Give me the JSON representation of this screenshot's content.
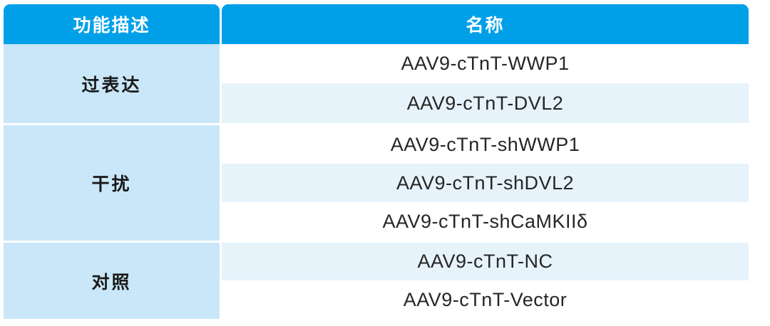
{
  "table": {
    "columns": [
      {
        "key": "function_description",
        "label": "功能描述"
      },
      {
        "key": "name",
        "label": "名称"
      }
    ],
    "groups": [
      {
        "label": "过表达",
        "rows": [
          {
            "name": "AAV9-cTnT-WWP1",
            "shade": "white"
          },
          {
            "name": "AAV9-cTnT-DVL2",
            "shade": "blue"
          }
        ]
      },
      {
        "label": "干扰",
        "rows": [
          {
            "name": "AAV9-cTnT-shWWP1",
            "shade": "white"
          },
          {
            "name": "AAV9-cTnT-shDVL2",
            "shade": "blue"
          },
          {
            "name": "AAV9-cTnT-shCaMKIIδ",
            "shade": "white"
          }
        ]
      },
      {
        "label": "对照",
        "rows": [
          {
            "name": "AAV9-cTnT-NC",
            "shade": "blue"
          },
          {
            "name": "AAV9-cTnT-Vector",
            "shade": "white"
          }
        ]
      }
    ],
    "flat_rows": [
      "AAV9-cTnT-WWP1",
      "AAV9-cTnT-DVL2",
      "AAV9-cTnT-shWWP1",
      "AAV9-cTnT-shDVL2",
      "AAV9-cTnT-shCaMKIIδ",
      "AAV9-cTnT-NC",
      "AAV9-cTnT-Vector"
    ]
  },
  "colors": {
    "header_blue": "#00a0e9",
    "header_text": "#ffffff",
    "group_cell_blue": "#c9e7f8",
    "row_shade_blue": "#e7f3fb",
    "row_shade_white": "#ffffff",
    "body_text": "#262626",
    "page_background": "#ffffff"
  }
}
